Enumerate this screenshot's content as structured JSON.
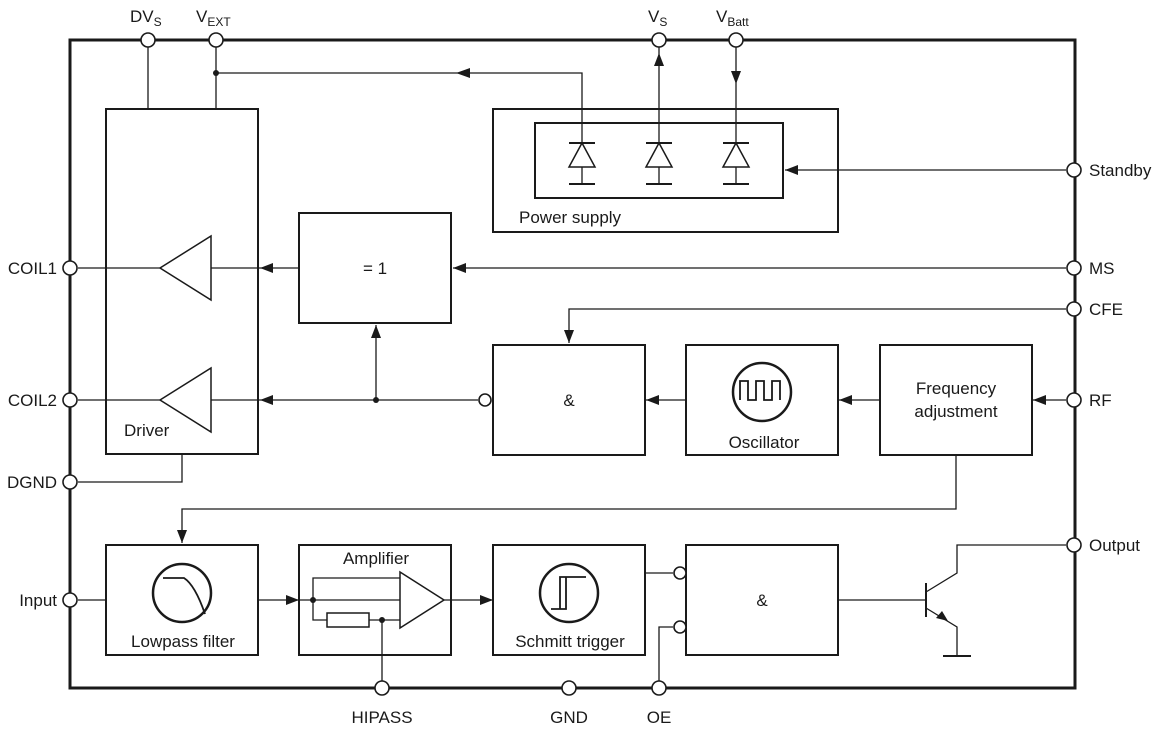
{
  "pins": {
    "dvs": {
      "main": "DV",
      "sub": "S"
    },
    "vext": {
      "main": "V",
      "sub": "EXT"
    },
    "vs": {
      "main": "V",
      "sub": "S"
    },
    "vbatt": {
      "main": "V",
      "sub": "Batt"
    },
    "standby": "Standby",
    "ms": "MS",
    "cfe": "CFE",
    "rf": "RF",
    "output": "Output",
    "coil1": "COIL1",
    "coil2": "COIL2",
    "dgnd": "DGND",
    "input": "Input",
    "hipass": "HIPASS",
    "gnd": "GND",
    "oe": "OE"
  },
  "blocks": {
    "driver": "Driver",
    "power_supply": "Power supply",
    "buffer": "= 1",
    "and_top": "&",
    "oscillator": "Oscillator",
    "freq_line1": "Frequency",
    "freq_line2": "adjustment",
    "lowpass": "Lowpass filter",
    "amplifier": "Amplifier",
    "schmitt": "Schmitt trigger",
    "and_bottom": "&"
  }
}
